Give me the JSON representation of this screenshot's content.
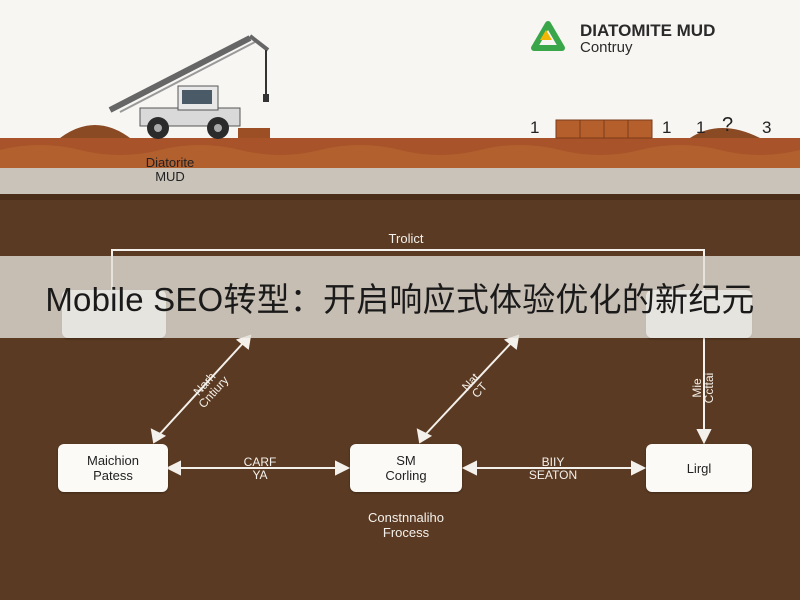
{
  "logo": {
    "line1": "DIATOMITE MUD",
    "line2": "Contruy"
  },
  "ground_label": {
    "line1": "Diatorite",
    "line2": "MUD"
  },
  "scale_numbers": [
    "1",
    "1",
    "1",
    "?",
    "3"
  ],
  "diagram": {
    "top_label": "Trolict",
    "nodes": [
      {
        "id": "n1",
        "line1": "Maichion",
        "line2": "Patess"
      },
      {
        "id": "n2",
        "line1": "SM",
        "line2": "Corling"
      },
      {
        "id": "n3",
        "line1": "Lirgl",
        "line2": ""
      }
    ],
    "edge_labels": {
      "e1": {
        "line1": "CARF",
        "line2": "YA"
      },
      "e2": {
        "line1": "BIIY",
        "line2": "SEATON"
      },
      "d1": {
        "line1": "Narh",
        "line2": "Cntiury"
      },
      "d2": {
        "line1": "Nat",
        "line2": "CT"
      },
      "d3": {
        "line1": "Mie",
        "line2": "Ccttai"
      }
    },
    "bottom_caption": {
      "line1": "Constnnaliho",
      "line2": "Frocess"
    }
  },
  "banner": {
    "title": "Mobile SEO转型：开启响应式体验优化的新纪元"
  },
  "colors": {
    "sky": "#f7f6f3",
    "soil_top": "#a9532a",
    "soil_dark": "#5a3a22",
    "logo_green": "#3aa64a",
    "logo_yellow": "#f2b705"
  }
}
